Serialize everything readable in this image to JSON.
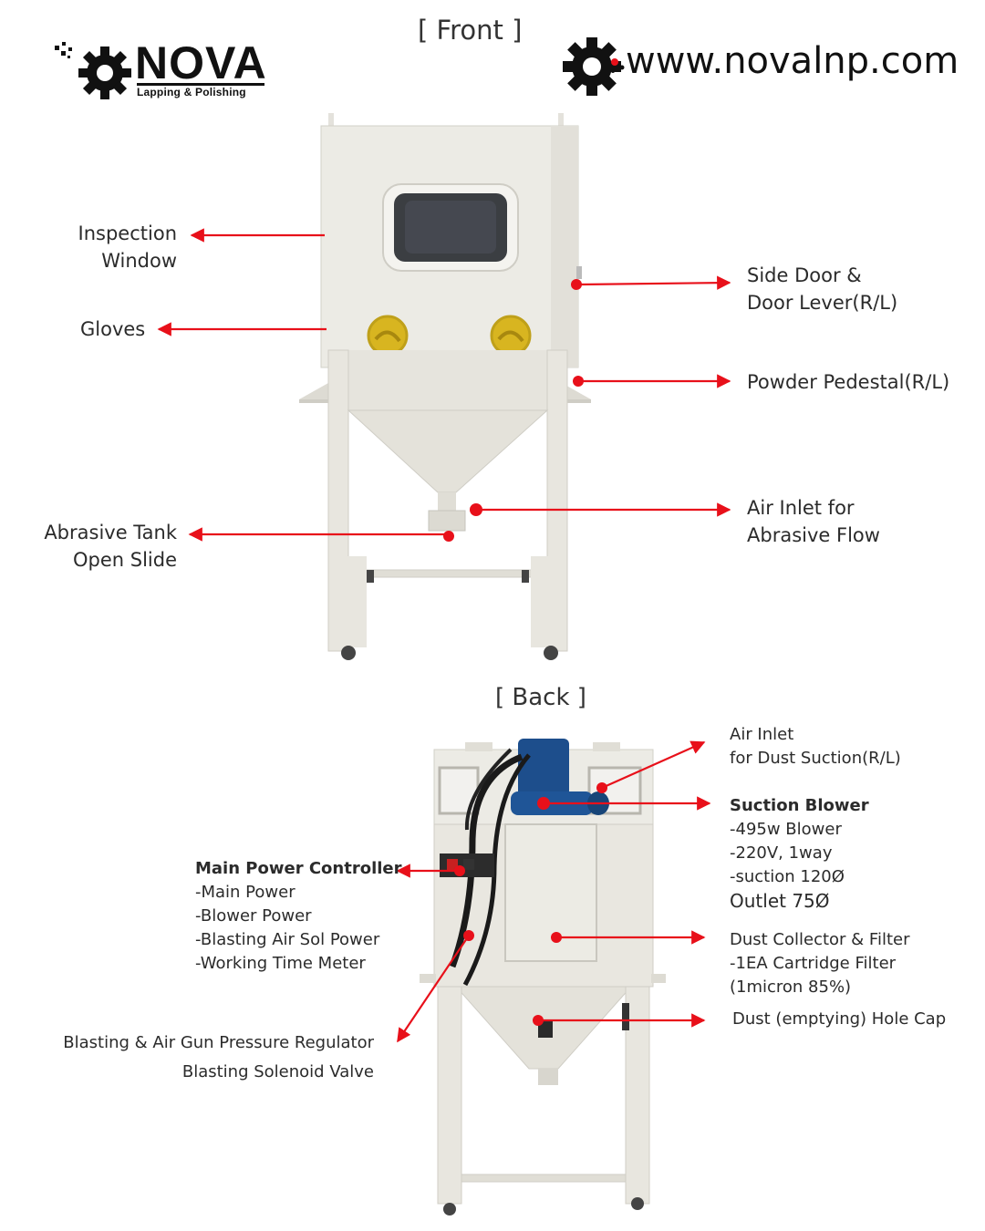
{
  "brand": {
    "name": "NOVA",
    "tagline": "Lapping & Polishing",
    "website": "www.novalnp.com"
  },
  "front": {
    "title": "[ Front ]",
    "labels": {
      "inspection_window_1": "Inspection",
      "inspection_window_2": "Window",
      "gloves": "Gloves",
      "abrasive_tank_1": "Abrasive Tank",
      "abrasive_tank_2": "Open Slide",
      "side_door_1": "Side Door &",
      "side_door_2": "Door Lever(R/L)",
      "powder_pedestal": "Powder Pedestal(R/L)",
      "air_inlet_1": "Air Inlet for",
      "air_inlet_2": "Abrasive Flow"
    }
  },
  "back": {
    "title": "[ Back ]",
    "labels": {
      "air_inlet_dust_1": "Air Inlet",
      "air_inlet_dust_2": "for Dust Suction(R/L)",
      "suction_blower_title": "Suction Blower",
      "suction_blower_1": "-495w Blower",
      "suction_blower_2": "-220V, 1way",
      "suction_blower_3": "-suction 120Ø",
      "suction_blower_4": "Outlet  75Ø",
      "main_power_title": "Main Power Controller",
      "main_power_1": "-Main Power",
      "main_power_2": "-Blower Power",
      "main_power_3": "-Blasting Air Sol Power",
      "main_power_4": "-Working Time Meter",
      "dust_collector_1": "Dust Collector & Filter",
      "dust_collector_2": "-1EA Cartridge Filter",
      "dust_collector_3": "(1micron 85%)",
      "dust_hole_cap": "Dust (emptying) Hole Cap",
      "regulator_1": "Blasting & Air Gun Pressure Regulator",
      "regulator_2": "Blasting Solenoid Valve"
    }
  },
  "colors": {
    "arrow": "#e8101a",
    "cabinet": "#ebe9e2",
    "cabinet_shadow": "#d4d2ca",
    "glove": "#d8b520",
    "window": "#3b3e42",
    "motor": "#1d4e8c"
  }
}
